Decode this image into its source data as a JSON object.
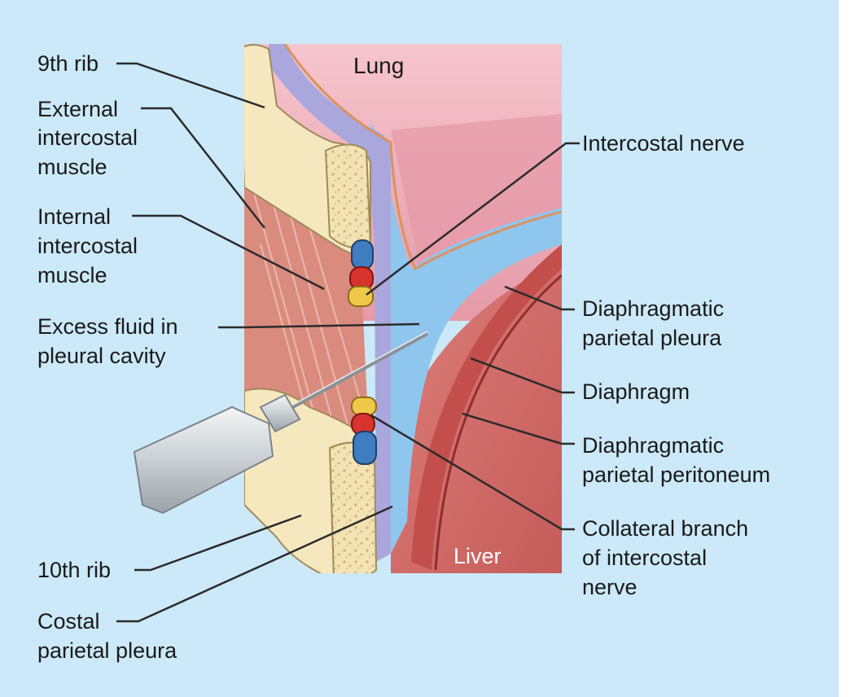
{
  "diagram": {
    "labels": {
      "lung": "Lung",
      "liver": "Liver",
      "rib9": "9th rib",
      "external_intercostal": [
        "External",
        "intercostal",
        "muscle"
      ],
      "internal_intercostal": [
        "Internal",
        "intercostal",
        "muscle"
      ],
      "excess_fluid": [
        "Excess fluid in",
        "pleural cavity"
      ],
      "rib10": "10th rib",
      "costal_pleura": [
        "Costal",
        "parietal pleura"
      ],
      "intercostal_nerve": "Intercostal nerve",
      "diaphragmatic_pleura": [
        "Diaphragmatic",
        "parietal pleura"
      ],
      "diaphragm": "Diaphragm",
      "diaphragmatic_peritoneum": [
        "Diaphragmatic",
        "parietal peritoneum"
      ],
      "collateral_branch": [
        "Collateral branch",
        "of intercostal",
        "nerve"
      ]
    },
    "colors": {
      "background": "#cbe9f8",
      "lung": "#f2b9c3",
      "pleura_visceral": "#a9a7dc",
      "pleural_fluid": "#8fc6ee",
      "bone": "#f6e8be",
      "muscle": "#d98c7e",
      "diaphragm": "#c8625c",
      "liver": "#d06a67",
      "vein": "#3f7cc0",
      "artery": "#d8332c",
      "nerve": "#f0c848"
    }
  }
}
